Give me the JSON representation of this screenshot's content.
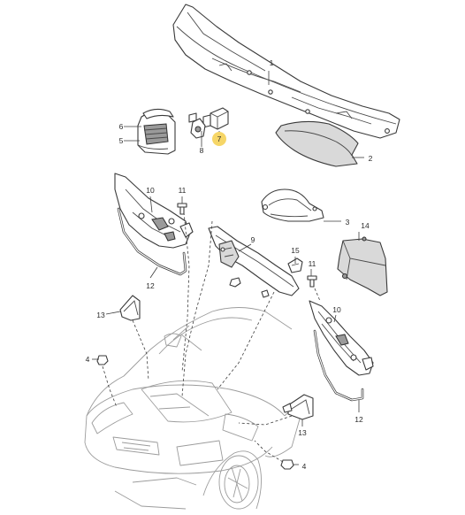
{
  "callouts": {
    "c1": "1",
    "c2": "2",
    "c3": "3",
    "c4a": "4",
    "c4b": "4",
    "c5": "5",
    "c6": "6",
    "c7": "7",
    "c8": "8",
    "c9": "9",
    "c10a": "10",
    "c10b": "10",
    "c11a": "11",
    "c11b": "11",
    "c12a": "12",
    "c12b": "12",
    "c13a": "13",
    "c13b": "13",
    "c14": "14",
    "c15": "15"
  },
  "highlighted_callout": "7",
  "colors": {
    "highlight": "#f6d667",
    "line": "#3a3a3a",
    "car_outline": "#9c9c9c",
    "fill_shade": "#d9d9d9"
  }
}
